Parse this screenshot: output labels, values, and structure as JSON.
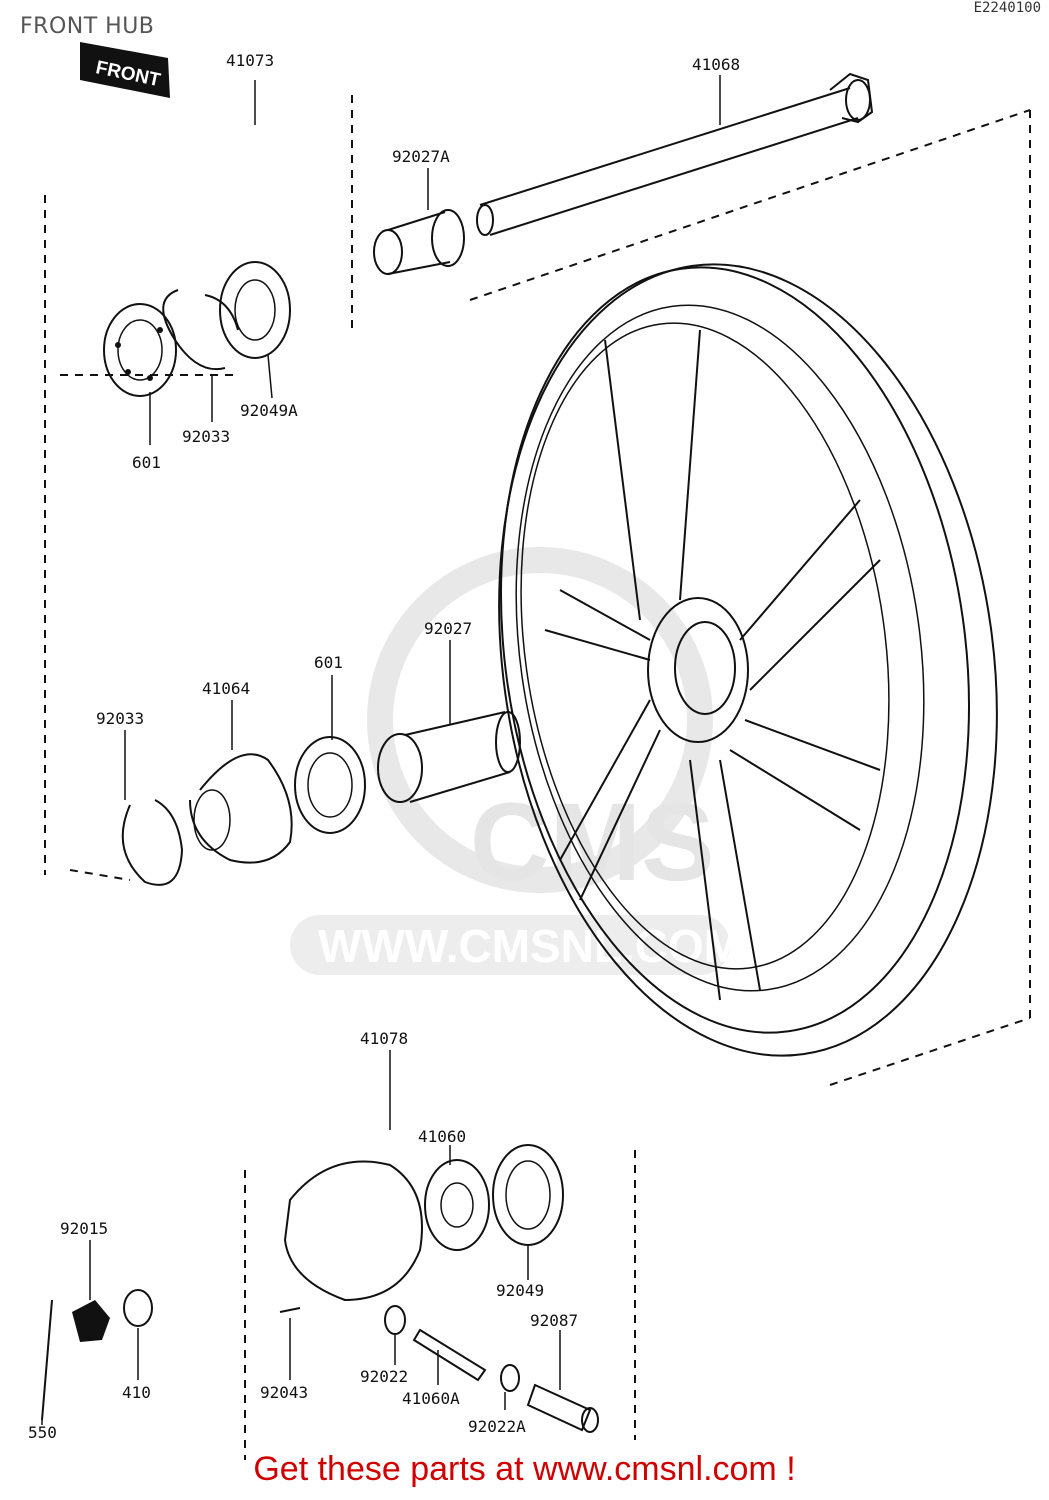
{
  "title": "FRONT HUB",
  "diagram_code": "E2240100",
  "front_tag": "FRONT",
  "banner": "Get these parts at www.cmsnl.com !",
  "watermark": {
    "brand": "CMS",
    "url": "WWW.CMSNL.COM"
  },
  "parts": {
    "p41073": "41073",
    "p41068": "41068",
    "p92027A": "92027A",
    "p601a": "601",
    "p92033a": "92033",
    "p92049A": "92049A",
    "p92027": "92027",
    "p601b": "601",
    "p41064": "41064",
    "p92033b": "92033",
    "p41078": "41078",
    "p41060": "41060",
    "p92049": "92049",
    "p92015": "92015",
    "p410": "410",
    "p550": "550",
    "p92043": "92043",
    "p92022": "92022",
    "p41060A": "41060A",
    "p92022A": "92022A",
    "p92087": "92087"
  }
}
